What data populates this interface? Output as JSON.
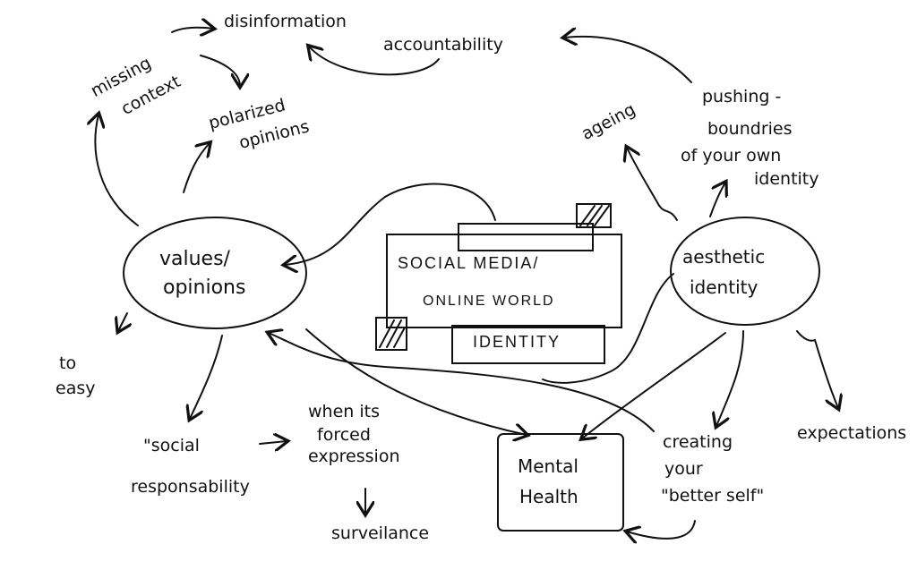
{
  "center": {
    "line1": "SOCIAL MEDIA/",
    "line2": "ONLINE WORLD",
    "tab": "IDENTITY"
  },
  "nodes": {
    "values_line1": "values/",
    "values_line2": "opinions",
    "aesthetic_line1": "aesthetic",
    "aesthetic_line2": "identity",
    "mental_line1": "Mental",
    "mental_line2": "Health"
  },
  "labels": {
    "disinformation": "disinformation",
    "accountability": "accountability",
    "missing": "missing",
    "context": "context",
    "polarized": "polarized",
    "opinions": "opinions",
    "ageing": "ageing",
    "pushing_1": "pushing -",
    "pushing_2": "boundries",
    "pushing_3": "of your own",
    "pushing_4": "identity",
    "to": "to",
    "easy": "easy",
    "social_1": "\"social",
    "social_2": "responsability",
    "forced_1": "when its",
    "forced_2": "forced",
    "forced_3": "expression",
    "surveilance": "surveilance",
    "creating_1": "creating",
    "creating_2": "your",
    "creating_3": "\"better self\"",
    "expectations": "expectations"
  }
}
